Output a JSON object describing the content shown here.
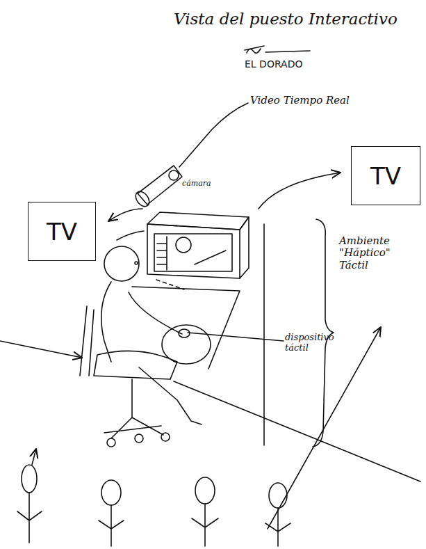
{
  "diagram": {
    "title": "Vista del puesto Interactivo",
    "nodes": [
      {
        "text": [
          "TV"
        ]
      },
      {
        "text": [
          "TV"
        ]
      }
    ],
    "labels": [
      "EL DORADO",
      "Video Tiempo Real",
      "cámara",
      "dispositivo táctil",
      "Ambiente \"Háptico\" Táctil"
    ]
  }
}
